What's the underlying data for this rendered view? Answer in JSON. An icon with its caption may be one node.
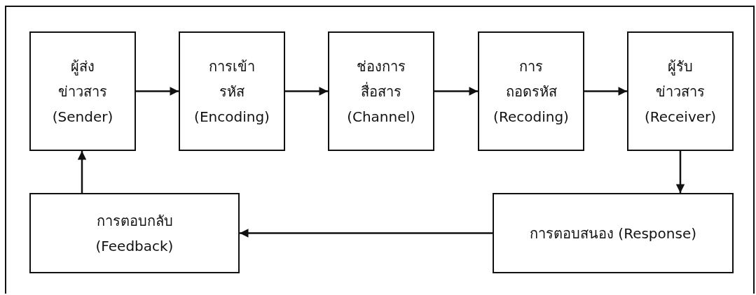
{
  "diagram": {
    "nodes": [
      {
        "text": [
          "ผู้ส่งข่าวสาร",
          "(Sender)"
        ]
      },
      {
        "text": [
          "การเข้ารหัส",
          "(Encoding)"
        ]
      },
      {
        "text": [
          "ช่องการสื่อสาร",
          "(Channel)"
        ]
      },
      {
        "text": [
          "การถอดรหัส",
          "(Recoding)"
        ]
      },
      {
        "text": [
          "ผู้รับข่าวสาร",
          "(Receiver)"
        ]
      },
      {
        "text": [
          "การตอบกลับ",
          "(Feedback)"
        ]
      },
      {
        "text": [
          "การตอบสนอง (Response)"
        ]
      }
    ],
    "edges": [
      {
        "from": 0,
        "to": 1,
        "arrow": "to"
      },
      {
        "from": 1,
        "to": 2,
        "arrow": "to"
      },
      {
        "from": 2,
        "to": 3,
        "arrow": "to"
      },
      {
        "from": 3,
        "to": 4,
        "arrow": "to"
      },
      {
        "from": 4,
        "to": 6,
        "arrow": "to"
      },
      {
        "from": 6,
        "to": 5,
        "arrow": "to"
      },
      {
        "from": 5,
        "to": 0,
        "arrow": "to"
      }
    ]
  }
}
